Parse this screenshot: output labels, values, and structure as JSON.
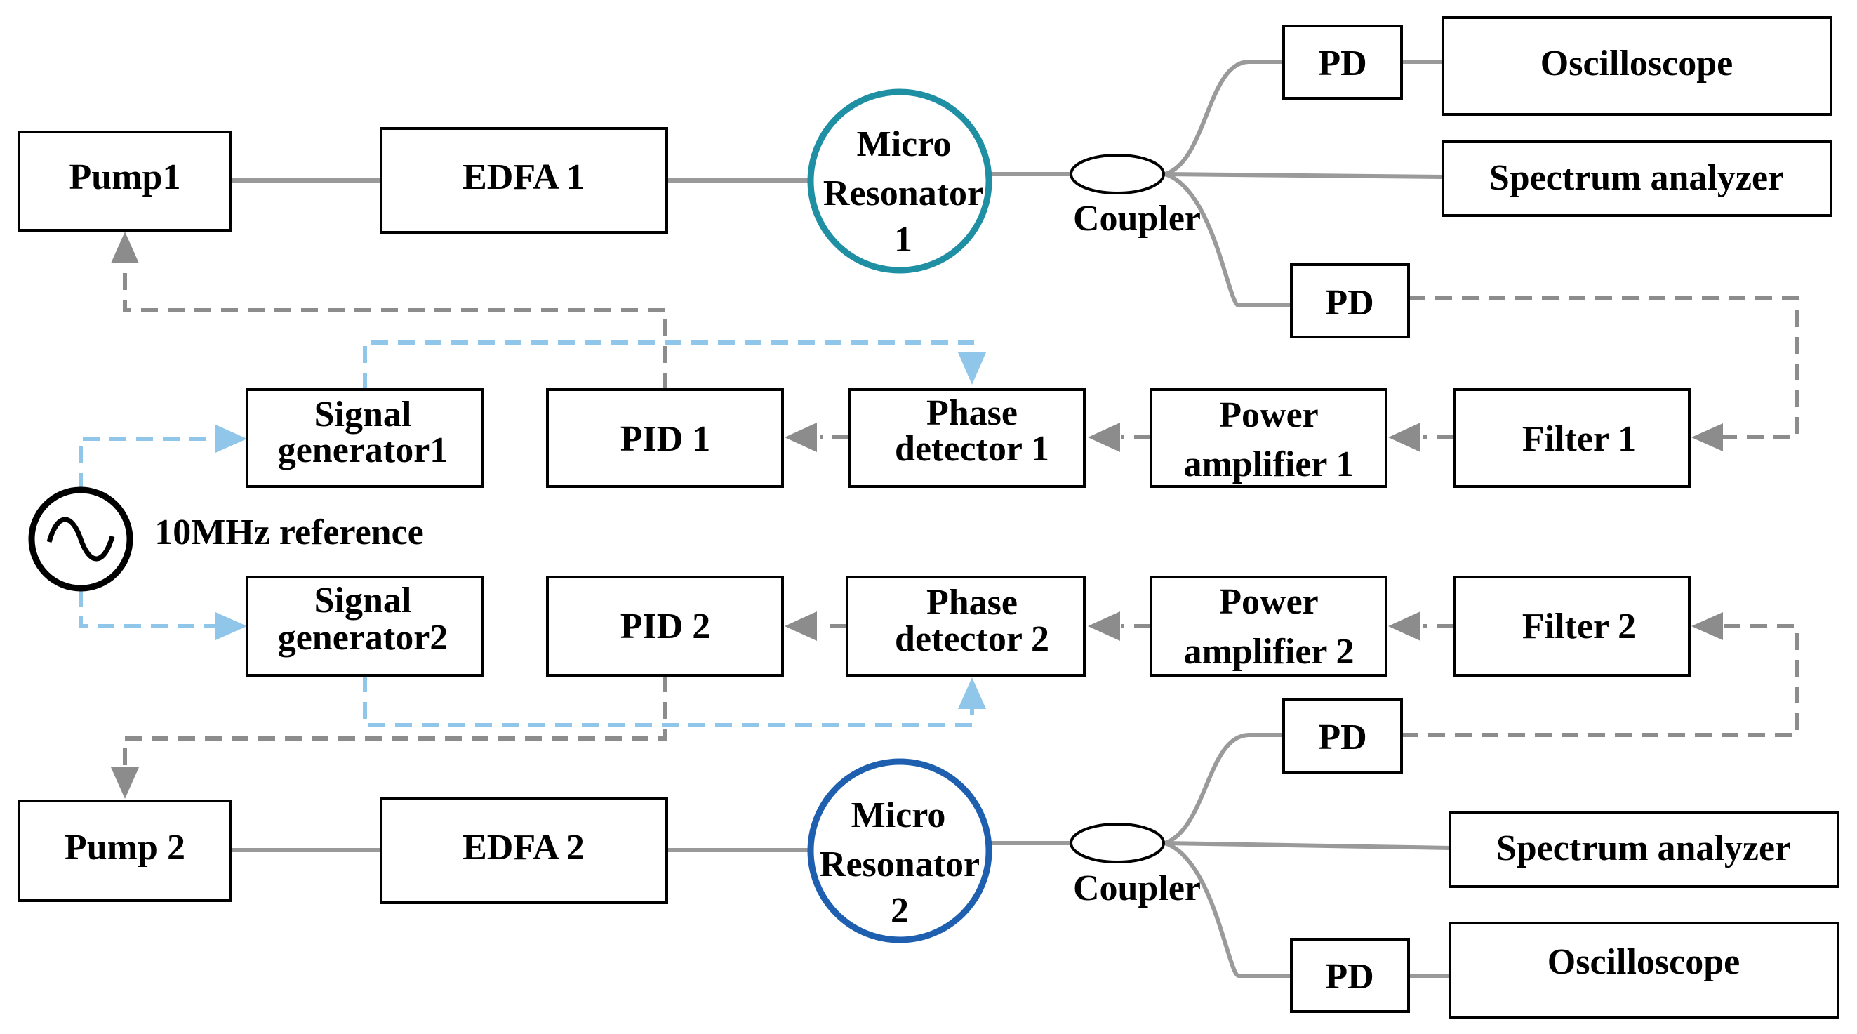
{
  "labels": {
    "pump1": "Pump1",
    "edfa1": "EDFA 1",
    "micro1": [
      "Micro",
      "Resonator",
      "1"
    ],
    "coupler1": "Coupler",
    "pd_top1": "PD",
    "osc1": "Oscilloscope",
    "spec1": "Spectrum analyzer",
    "pd_top2": "PD",
    "sig1": [
      "Signal",
      "generator1"
    ],
    "pid1": "PID 1",
    "phase1": [
      "Phase",
      "detector 1"
    ],
    "power1": [
      "Power",
      "amplifier 1"
    ],
    "filter1": "Filter 1",
    "reference": "10MHz reference",
    "sig2": [
      "Signal",
      "generator2"
    ],
    "pid2": "PID 2",
    "phase2": [
      "Phase",
      "detector 2"
    ],
    "power2": [
      "Power",
      "amplifier 2"
    ],
    "filter2": "Filter 2",
    "pd_bot1": "PD",
    "pump2": "Pump 2",
    "edfa2": "EDFA 2",
    "micro2": [
      "Micro",
      "Resonator",
      "2"
    ],
    "coupler2": "Coupler",
    "spec2": "Spectrum analyzer",
    "pd_bot2": "PD",
    "osc2": "Oscilloscope"
  },
  "colors": {
    "optical_path": "#9a9a9a",
    "feedback_path": "#8c8c8c",
    "reference_path": "#8fc6ea",
    "resonator1": "#1f8fa3",
    "resonator2": "#1f5fb0"
  }
}
